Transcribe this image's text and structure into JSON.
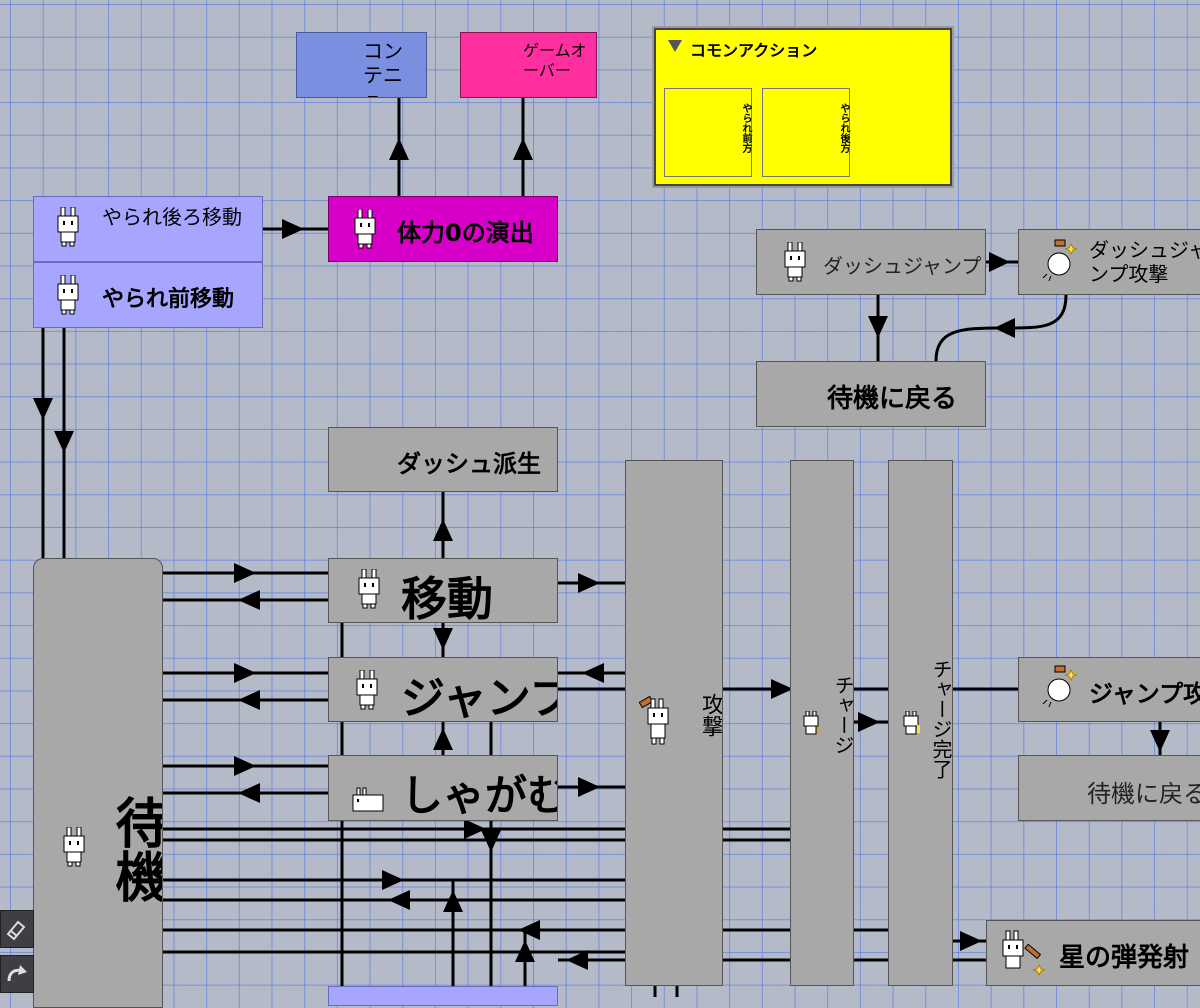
{
  "nodes": {
    "continue": "コンテニュー",
    "game_over": "ゲームオーバー",
    "common_action": "コモンアクション",
    "common_sub_front": "やられ前方",
    "common_sub_back": "やられ後方",
    "hit_back_move": "やられ後ろ移動",
    "hit_front_move": "やられ前移動",
    "hp_zero": "体力0の演出",
    "dash_jump": "ダッシュジャンプ",
    "dash_jump_attack": "ダッシュジャンプ攻撃",
    "return_idle_top": "待機に戻る",
    "dash_derive": "ダッシュ派生",
    "move": "移動",
    "jump": "ジャンプ",
    "crouch": "しゃがむ",
    "idle": "待機",
    "attack": "攻撃",
    "charge": "チャージ",
    "charge_done": "チャージ完了",
    "jump_attack": "ジャンプ攻撃",
    "return_idle_right": "待機に戻る",
    "star_shot": "星の弾発射"
  },
  "colors": {
    "gray_node": "#a8a8a8",
    "lavender_node": "#a6a6ff",
    "magenta_node": "#d800c8",
    "pink_node": "#ff2fa0",
    "blue_node": "#7a8fe0",
    "panel": "#ffff00"
  },
  "icons": {
    "panel_toggle": "triangle-down-icon",
    "character": "bunny-icon",
    "attack_character": "bunny-attack-icon",
    "effect": "bomb-icon",
    "eraser": "eraser-tool-icon",
    "redo": "redo-tool-icon"
  }
}
